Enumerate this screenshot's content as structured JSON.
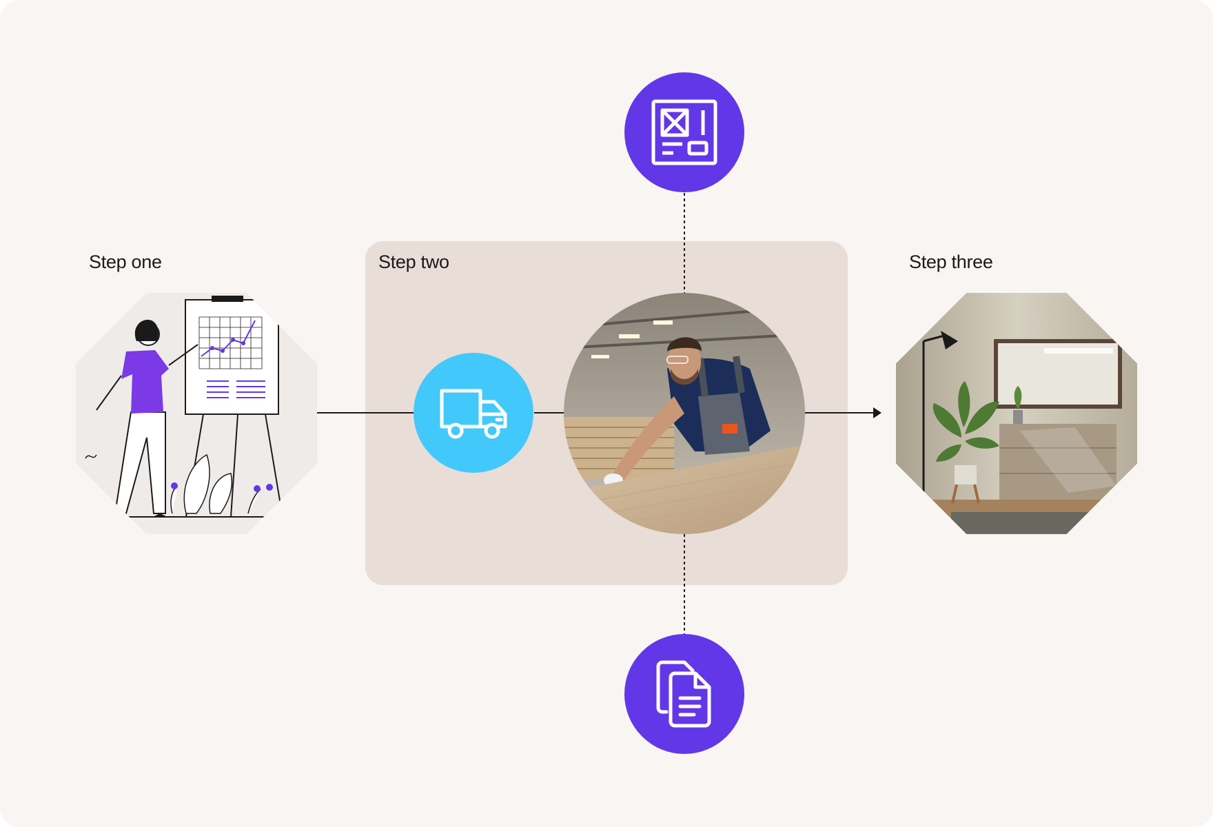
{
  "steps": {
    "one": {
      "label": "Step one"
    },
    "two": {
      "label": "Step two"
    },
    "three": {
      "label": "Step three"
    }
  },
  "colors": {
    "background": "#f8f5f3",
    "panel": "#e8ddd7",
    "accent_purple": "#6237e8",
    "accent_cyan": "#42c8fb",
    "line": "#1a1a1a"
  },
  "icons": {
    "top": "wireframe-layout-icon",
    "middle": "delivery-truck-icon",
    "bottom": "copy-documents-icon"
  }
}
